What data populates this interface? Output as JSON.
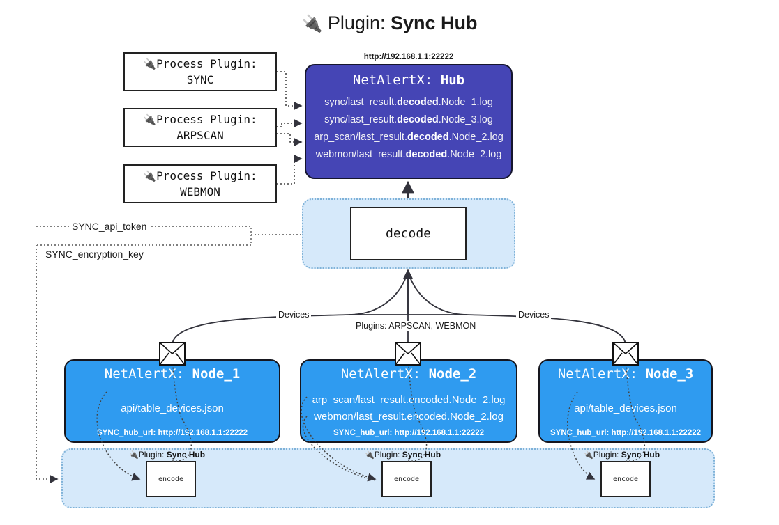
{
  "title": {
    "icon": "plug-icon",
    "prefix": "Plugin: ",
    "name": "Sync Hub"
  },
  "process_plugins": [
    {
      "icon": "plug-icon",
      "line1": "Process Plugin:",
      "line2": "SYNC"
    },
    {
      "icon": "plug-icon",
      "line1": "Process Plugin:",
      "line2": "ARPSCAN"
    },
    {
      "icon": "plug-icon",
      "line1": "Process Plugin:",
      "line2": "WEBMON"
    }
  ],
  "hub": {
    "url": "http://192.168.1.1:22222",
    "title_prefix": "NetAlertX: ",
    "title_name": "Hub",
    "logs": [
      {
        "pre": "sync/last_result.",
        "mid": "decoded",
        "post": ".Node_1.log"
      },
      {
        "pre": "sync/last_result.",
        "mid": "decoded",
        "post": ".Node_3.log"
      },
      {
        "pre": "arp_scan/last_result.",
        "mid": "decoded",
        "post": ".Node_2.log"
      },
      {
        "pre": "webmon/last_result.",
        "mid": "decoded",
        "post": ".Node_2.log"
      }
    ]
  },
  "decode": {
    "label": "decode"
  },
  "config_paths": [
    {
      "label": "SYNC_api_token"
    },
    {
      "label": "SYNC_encryption_key"
    }
  ],
  "edge_labels": {
    "left_devices": "Devices",
    "center_plugins": "Plugins: ARPSCAN, WEBMON",
    "right_devices": "Devices"
  },
  "nodes": [
    {
      "title_prefix": "NetAlertX: ",
      "title_name": "Node_1",
      "lines": [
        "api/table_devices.json"
      ],
      "footer": "SYNC_hub_url: http://192.168.1.1:22222",
      "envelope_icon": "envelope-icon"
    },
    {
      "title_prefix": "NetAlertX: ",
      "title_name": "Node_2",
      "lines": [
        "arp_scan/last_result.encoded.Node_2.log",
        "webmon/last_result.encoded.Node_2.log"
      ],
      "footer": "SYNC_hub_url: http://192.168.1.1:22222",
      "envelope_icon": "envelope-icon"
    },
    {
      "title_prefix": "NetAlertX: ",
      "title_name": "Node_3",
      "lines": [
        "api/table_devices.json"
      ],
      "footer": "SYNC_hub_url: http://192.168.1.1:22222",
      "envelope_icon": "envelope-icon"
    }
  ],
  "encoders": [
    {
      "icon": "plug-icon",
      "label_prefix": "Plugin: ",
      "label_name": "Sync Hub",
      "box_label": "encode"
    },
    {
      "icon": "plug-icon",
      "label_prefix": "Plugin: ",
      "label_name": "Sync Hub",
      "box_label": "encode"
    },
    {
      "icon": "plug-icon",
      "label_prefix": "Plugin: ",
      "label_name": "Sync Hub",
      "box_label": "encode"
    }
  ],
  "colors": {
    "hub": "#4545b5",
    "node": "#2f9bf0",
    "container": "#d6e9fa",
    "container_border": "#7fb2d8",
    "stroke": "#333333",
    "text": "#1a1a1a"
  }
}
